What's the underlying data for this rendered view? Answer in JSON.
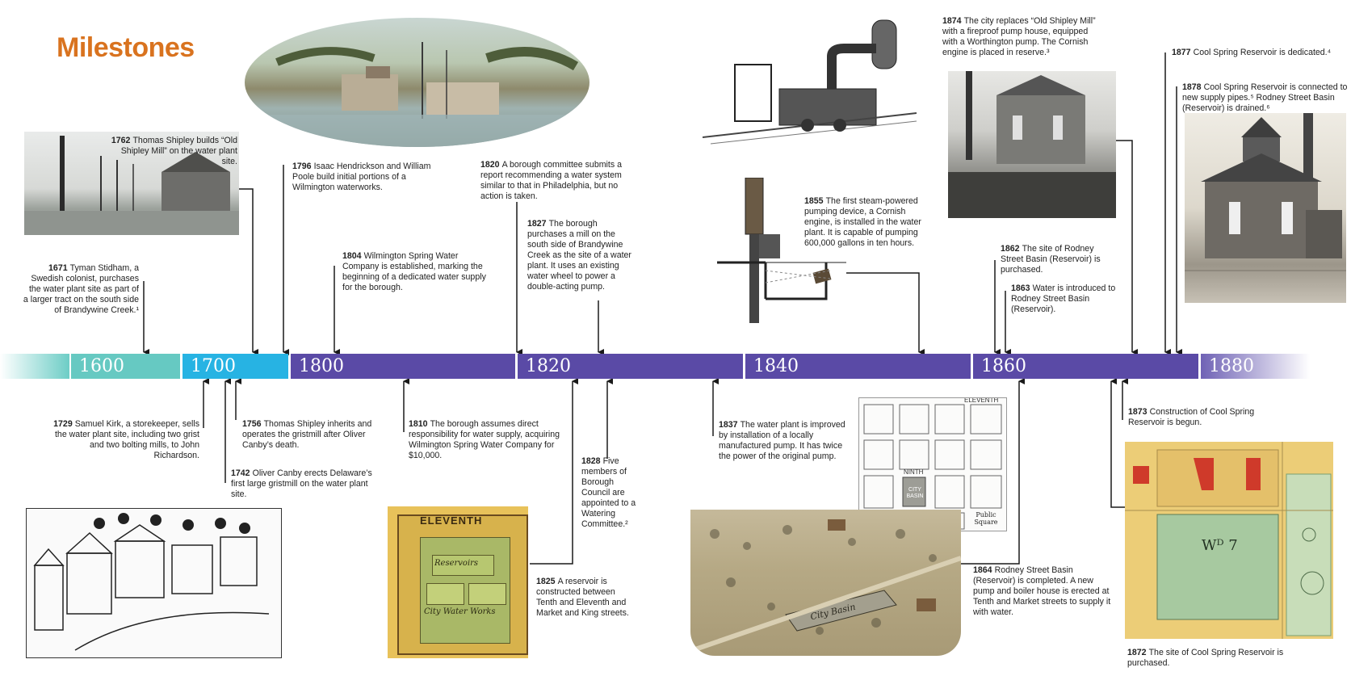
{
  "title": "Milestones",
  "decades": [
    "1600",
    "1700",
    "1800",
    "1820",
    "1840",
    "1860",
    "1880"
  ],
  "events": {
    "e1671": {
      "year": "1671",
      "text": "Tyman Stidham, a Swedish colonist, purchases the water plant site as part of a larger tract on the south side of Brandywine Creek.¹"
    },
    "e1762": {
      "year": "1762",
      "text": "Thomas Shipley builds “Old Shipley Mill” on the water plant site."
    },
    "e1796": {
      "year": "1796",
      "text": "Isaac Hendrickson and William Poole build initial portions of a Wilmington waterworks."
    },
    "e1804": {
      "year": "1804",
      "text": "Wilmington Spring Water Company is established, marking the beginning of a dedicated water supply for the borough."
    },
    "e1820": {
      "year": "1820",
      "text": "A borough committee submits a report recommending a water system similar to that in Philadelphia, but no action is taken."
    },
    "e1827": {
      "year": "1827",
      "text": "The borough purchases a mill on the south side of Brandywine Creek as the site of a water plant. It uses an existing water wheel to power a double-acting pump."
    },
    "e1855": {
      "year": "1855",
      "text": "The first steam-powered pumping device, a Cornish engine, is installed in the water plant. It is capable of pumping 600,000 gallons in ten hours."
    },
    "e1874": {
      "year": "1874",
      "text": "The city replaces “Old Shipley Mill” with a fireproof pump house, equipped with a Worthington pump. The Cornish engine is placed in reserve.³"
    },
    "e1862": {
      "year": "1862",
      "text": "The site of Rodney Street Basin (Reservoir) is purchased."
    },
    "e1863": {
      "year": "1863",
      "text": "Water is introduced to Rodney Street Basin (Reservoir)."
    },
    "e1877": {
      "year": "1877",
      "text": "Cool Spring Reservoir is dedicated.⁴"
    },
    "e1878": {
      "year": "1878",
      "text": "Cool Spring Reservoir is connected to new supply pipes.⁵ Rodney Street Basin (Reservoir) is drained.⁶"
    },
    "e1729": {
      "year": "1729",
      "text": "Samuel Kirk, a storekeeper, sells the water plant site, including two grist and two bolting mills, to John Richardson."
    },
    "e1756": {
      "year": "1756",
      "text": "Thomas Shipley inherits and operates the gristmill after Oliver Canby’s death."
    },
    "e1742": {
      "year": "1742",
      "text": "Oliver Canby erects Delaware’s first large gristmill on the water plant site."
    },
    "e1810": {
      "year": "1810",
      "text": "The borough assumes direct responsibility for water supply, acquiring Wilmington Spring Water Company for $10,000."
    },
    "e1828": {
      "year": "1828",
      "text": "Five members of Borough Council are appointed to a Watering Committee.²"
    },
    "e1825": {
      "year": "1825",
      "text": "A reservoir is constructed between Tenth and Eleventh and Market and King streets."
    },
    "e1837": {
      "year": "1837",
      "text": "The water plant is improved by installation of a locally manufactured pump. It has twice the power of the original pump."
    },
    "e1864": {
      "year": "1864",
      "text": "Rodney Street Basin (Reservoir) is completed. A new pump and boiler house is erected at Tenth and Market streets to supply it with water."
    },
    "e1873": {
      "year": "1873",
      "text": "Construction of Cool Spring Reservoir is begun."
    },
    "e1872": {
      "year": "1872",
      "text": "The site of Cool Spring Reservoir is purchased."
    }
  },
  "map_labels": {
    "eleventh": "ELEVENTH",
    "reservoirs": "Reservoirs",
    "city_water_works": "City Water Works",
    "eleventh_small": "ELEVENTH",
    "ninth": "NINTH",
    "city_basin_small": "CITY BASIN",
    "public_square": "Public Square",
    "city_basin": "City Basin",
    "ward7": "Wᴰ 7"
  }
}
